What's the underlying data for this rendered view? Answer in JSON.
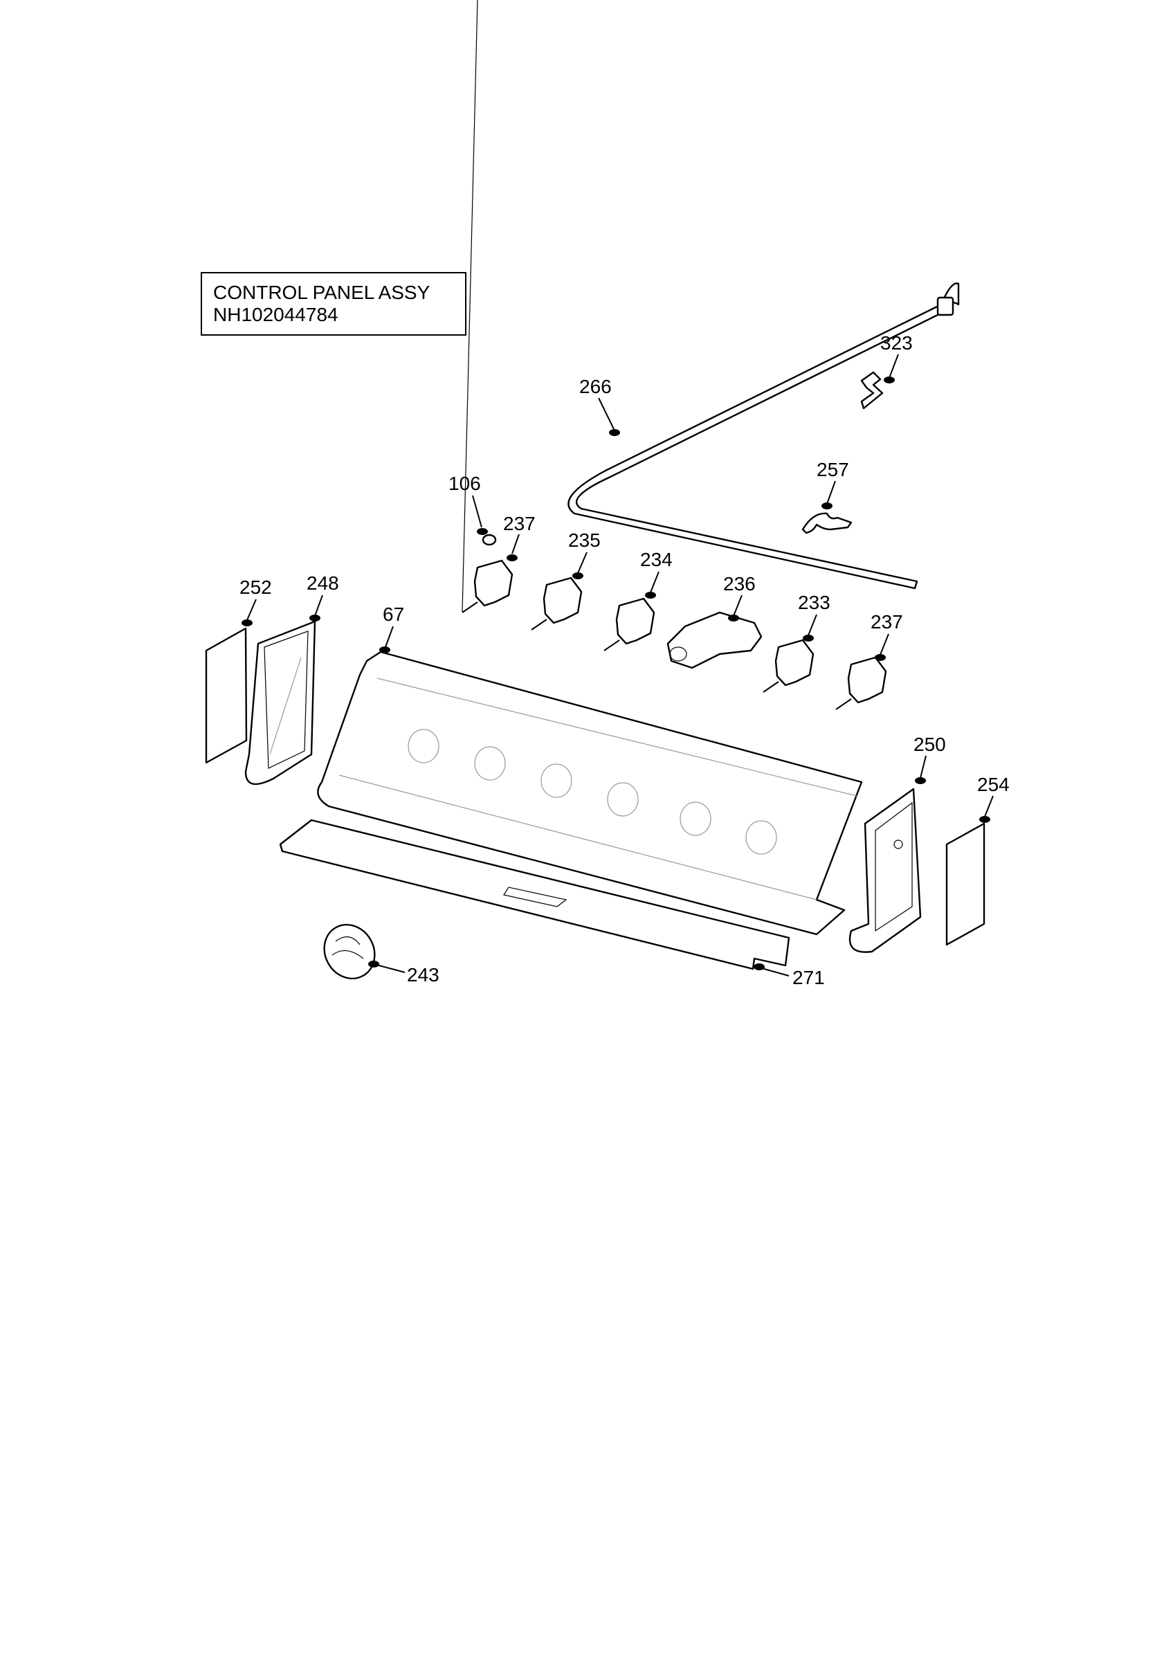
{
  "header": {
    "title": "CONTROL PANEL ASSY",
    "part_number": "NH102044784"
  },
  "callouts": {
    "c323": "323",
    "c266": "266",
    "c257": "257",
    "c106": "106",
    "c237a": "237",
    "c235": "235",
    "c234": "234",
    "c236": "236",
    "c233": "233",
    "c237b": "237",
    "c252": "252",
    "c248": "248",
    "c67": "67",
    "c250": "250",
    "c254": "254",
    "c243": "243",
    "c271": "271"
  }
}
